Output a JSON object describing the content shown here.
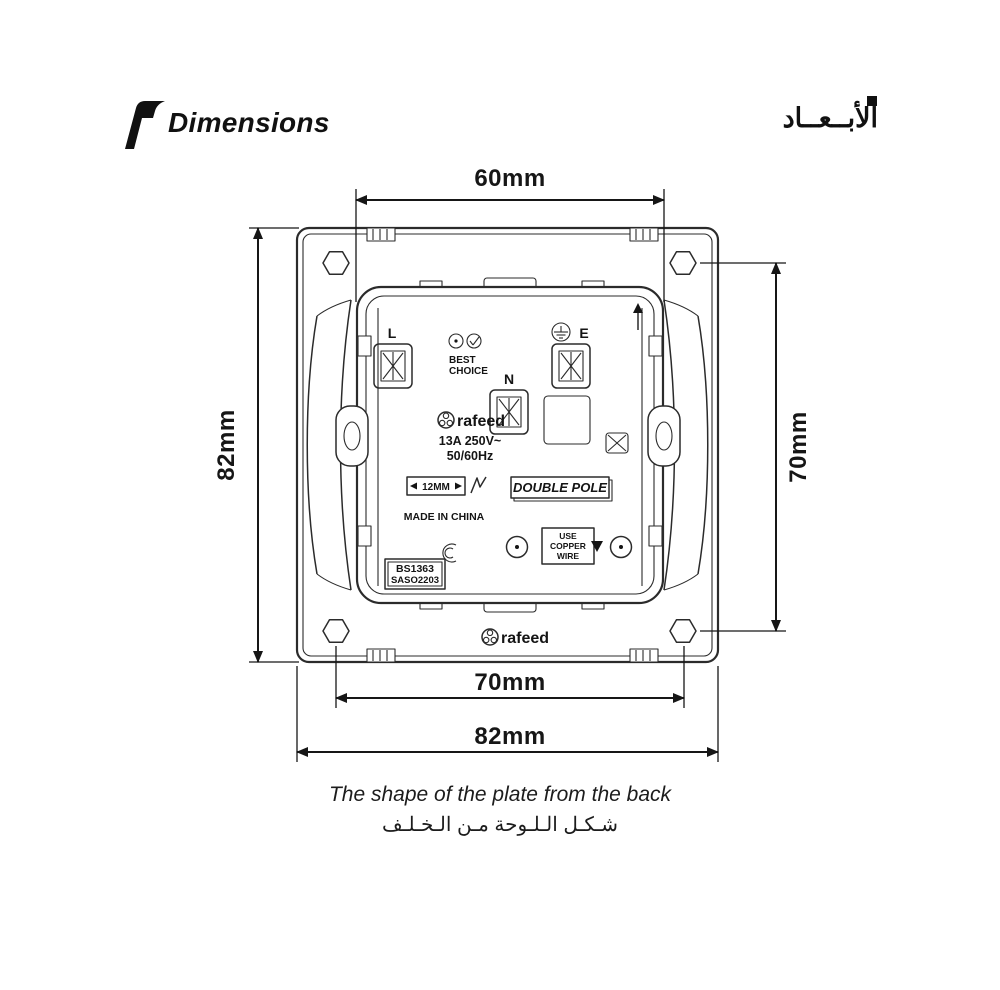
{
  "header": {
    "title_en": "Dimensions",
    "title_ar": "الأبــعــاد"
  },
  "dims": {
    "top": "60mm",
    "left": "82mm",
    "right": "70mm",
    "bottom_inner": "70mm",
    "bottom_outer": "82mm"
  },
  "plate": {
    "terminal_l": "L",
    "terminal_n": "N",
    "terminal_e": "E",
    "best_line1": "BEST",
    "best_line2": "CHOICE",
    "brand": "rafeed",
    "rating": "13A 250V~",
    "frequency": "50/60Hz",
    "strip_gauge": "12MM",
    "double_pole": "DOUBLE POLE",
    "made_in": "MADE IN CHINA",
    "standard1": "BS1363",
    "standard2": "SASO2203",
    "copper1": "USE",
    "copper2": "COPPER",
    "copper3": "WIRE",
    "brand_bottom": "rafeed"
  },
  "caption": {
    "en": "The shape of the plate from the back",
    "ar": "شـكـل الـلـوحة مـن الـخـلـف"
  },
  "colors": {
    "ink": "#161616",
    "line": "#2b2b2b",
    "background": "#ffffff"
  }
}
